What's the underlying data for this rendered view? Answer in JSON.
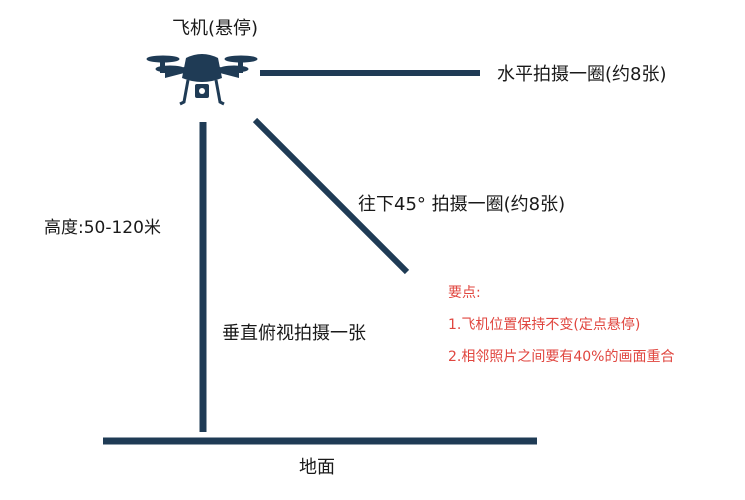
{
  "diagram": {
    "drone_label": "飞机(悬停)",
    "horizontal_label": "水平拍摄一圈(约8张)",
    "oblique_label": "往下45° 拍摄一圈(约8张)",
    "height_label": "高度:50-120米",
    "vertical_label": "垂直俯视拍摄一张",
    "ground_label": "地面",
    "notes": {
      "title": "要点:",
      "items": [
        "1.飞机位置保持不变(定点悬停)",
        "2.相邻照片之间要有40%的画面重合"
      ]
    }
  },
  "colors": {
    "line": "#1f3b55",
    "drone": "#1f3b55",
    "note_text": "#e0463f"
  },
  "icons": {
    "drone": "quadcopter-drone-icon"
  }
}
